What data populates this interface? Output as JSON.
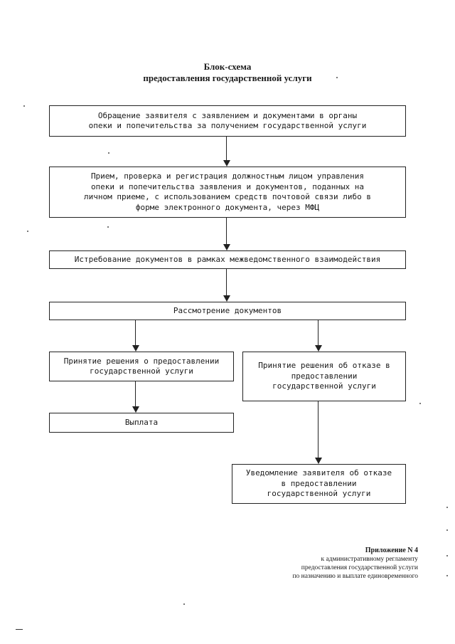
{
  "title": {
    "line1": "Блок-схема",
    "line2": "предоставления государственной услуги"
  },
  "boxes": {
    "b1": "Обращение заявителя с заявлением и документами в органы\nопеки и попечительства за получением государственной услуги",
    "b2": "Прием, проверка и регистрация должностным лицом управления\nопеки и попечительства заявления и документов, поданных на\nличном приеме, с использованием средств почтовой связи либо в\nформе электронного документа, через МФЦ",
    "b3": "Истребование документов в рамках межведомственного взаимодействия",
    "b4": "Рассмотрение документов",
    "b5": "Принятие решения о предоставлении\nгосударственной услуги",
    "b6": "Принятие решения об отказе в\nпредоставлении\nгосударственной услуги",
    "b7": "Выплата",
    "b8": "Уведомление заявителя об отказе\nв предоставлении\nгосударственной услуги"
  },
  "appendix": {
    "line1": "Приложение N 4",
    "line2": "к административному регламенту",
    "line3": "предоставления государственной услуги",
    "line4": "по назначению и выплате единовременного"
  }
}
